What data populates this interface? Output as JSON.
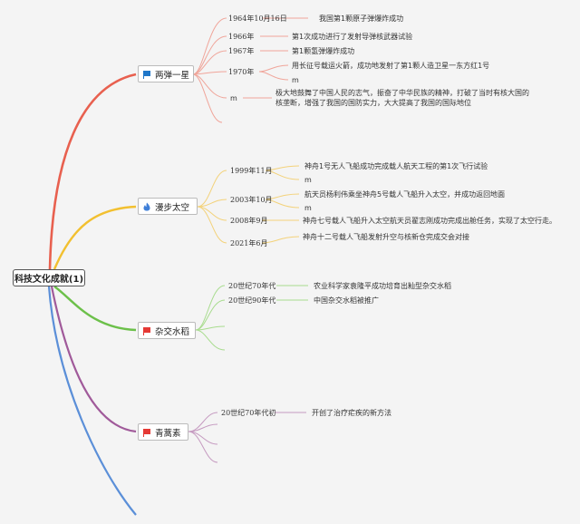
{
  "root": {
    "label": "科技文化成就(1)"
  },
  "branches": [
    {
      "label": "两弹一星",
      "icon": "flag-blue-icon",
      "color": "#e8604f",
      "items": [
        {
          "time": "1964年10月16日",
          "text": "我国第1颗原子弹爆炸成功"
        },
        {
          "time": "1966年",
          "text": "第1次成功进行了发射导弹核武器试验"
        },
        {
          "time": "1967年",
          "text": "第1颗氢弹爆炸成功"
        },
        {
          "time": "1970年",
          "text": "用长征号载运火箭，成功地发射了第1颗人造卫星一东方红1号",
          "sub": "m"
        },
        {
          "time": "m",
          "text": "极大地鼓舞了中国人民的志气，振奋了中华民族的精神，打破了当时有核大国的核垄断，增强了我国的国防实力，大大提高了我国的国际地位"
        }
      ]
    },
    {
      "label": "漫步太空",
      "icon": "flame-icon",
      "color": "#f2c030",
      "items": [
        {
          "time": "1999年11月",
          "text": "神舟1号无人飞船成功完成载人航天工程的第1次飞行试验",
          "sub": "m"
        },
        {
          "time": "2003年10月",
          "text": "航天员杨利伟乘坐神舟5号载人飞船升入太空，并成功返回地面",
          "sub": "m"
        },
        {
          "time": "2008年9月",
          "text": "神舟七号载人飞船升入太空航天员翟志刚成功完成出舱任务，实现了太空行走。"
        },
        {
          "time": "2021年6月",
          "text": "神舟十二号载人飞船发射升空与核新仓完成交会对接"
        }
      ]
    },
    {
      "label": "杂交水稻",
      "icon": "flag-red-icon",
      "color": "#6cc04a",
      "items": [
        {
          "time": "20世纪70年代",
          "text": "农业科学家袁隆平成功培育出籼型杂交水稻"
        },
        {
          "time": "20世纪90年代",
          "text": "中国杂交水稻被推广"
        }
      ]
    },
    {
      "label": "青蒿素",
      "icon": "flag-red-icon",
      "color": "#a05a9a",
      "items": [
        {
          "time": "20世纪70年代初",
          "text": "开创了治疗疟疾的新方法"
        }
      ]
    }
  ],
  "colors": {
    "branch5": "#5b8fd8",
    "flag_blue": "#1f77c9",
    "flag_red": "#e53935",
    "flame": "#3f7fd8"
  }
}
